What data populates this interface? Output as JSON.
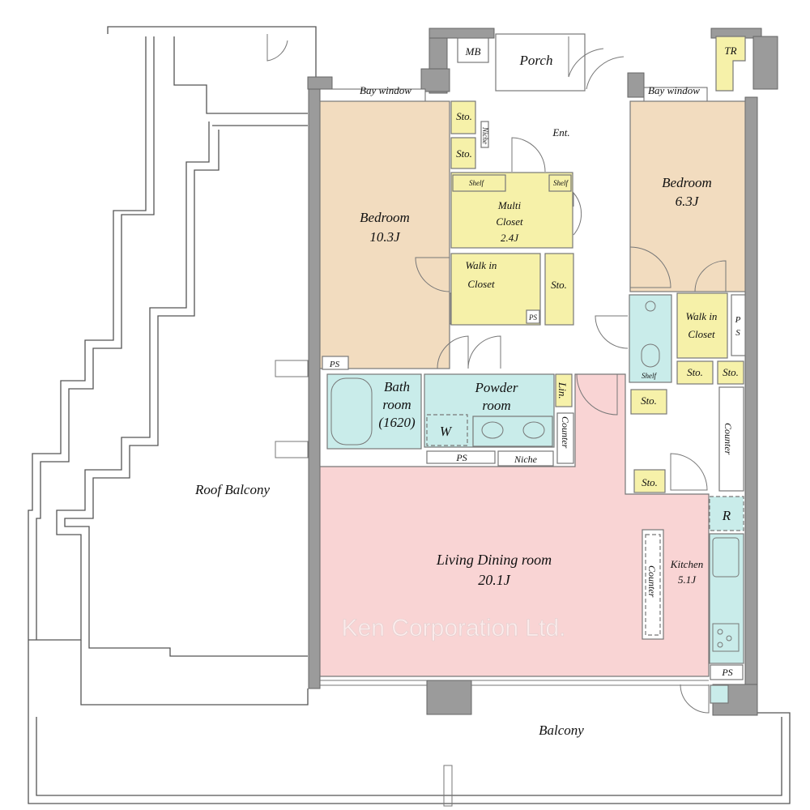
{
  "rooms": {
    "mb": "MB",
    "porch": "Porch",
    "tr": "TR",
    "bay_window_left": "Bay window",
    "bay_window_right": "Bay window",
    "sto_1": "Sto.",
    "sto_2": "Sto.",
    "niche_ent": "Niche",
    "entrance": "Ent.",
    "bedroom_large": {
      "name": "Bedroom",
      "size": "10.3J"
    },
    "bedroom_small": {
      "name": "Bedroom",
      "size": "6.3J"
    },
    "shelf_left": "Shelf",
    "shelf_right": "Shelf",
    "multi_closet": {
      "name_1": "Multi",
      "name_2": "Closet",
      "size": "2.4J"
    },
    "walk_in_closet_1": {
      "line_1": "Walk in",
      "line_2": "Closet"
    },
    "sto_3": "Sto.",
    "ps_1": "PS",
    "walk_in_closet_2": {
      "line_1": "Walk in",
      "line_2": "Closet"
    },
    "ps_vertical": {
      "line_1": "P",
      "line_2": "S"
    },
    "ps_2": "PS",
    "toilet_shelf": "Shelf",
    "sto_4": "Sto.",
    "sto_5": "Sto.",
    "bathroom": {
      "line_1": "Bath",
      "line_2": "room",
      "line_3": "(1620)"
    },
    "powder_room": {
      "line_1": "Powder",
      "line_2": "room"
    },
    "linen": "Lin.",
    "sto_6": "Sto.",
    "counter_powder": "Counter",
    "counter_hall": "Counter",
    "washer": "W",
    "ps_3": "PS",
    "niche_powder": "Niche",
    "sto_7": "Sto.",
    "refrigerator": "R",
    "roof_balcony": "Roof Balcony",
    "living_dining": {
      "name": "Living Dining room",
      "size": "20.1J"
    },
    "counter_kitchen": "Counter",
    "kitchen": {
      "name": "Kitchen",
      "size": "5.1J"
    },
    "ps_4": "PS",
    "balcony": "Balcony"
  },
  "watermark": "Ken Corporation Ltd.",
  "colors": {
    "bedroom": "#f2dcbf",
    "storage": "#f6f1a9",
    "wet_area": "#c9ecea",
    "living": "#f9d4d4",
    "wall": "#9b9b9b"
  }
}
